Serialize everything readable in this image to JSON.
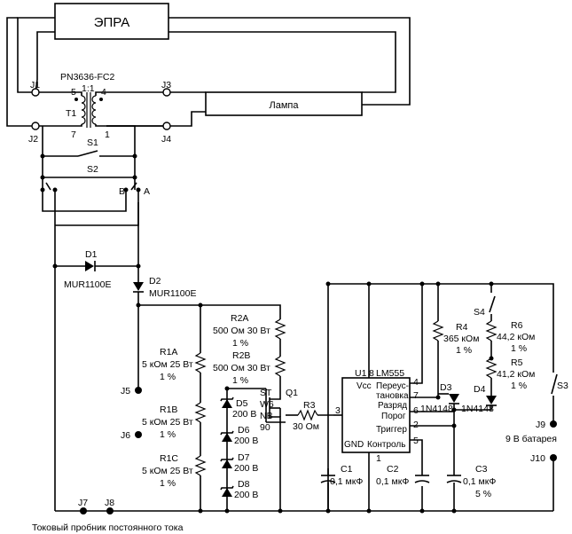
{
  "epra": {
    "label": "ЭПРА"
  },
  "lamp": {
    "label": "Лампа"
  },
  "transformer": {
    "ref": "T1",
    "part": "PN3636-FC2",
    "ratio": "1:1",
    "pin_tl": "5",
    "pin_tr": "4",
    "pin_bl": "7",
    "pin_br": "1"
  },
  "jacks": {
    "j1": "J1",
    "j2": "J2",
    "j3": "J3",
    "j4": "J4",
    "j5": "J5",
    "j6": "J6",
    "j7": "J7",
    "j8": "J8",
    "j9": "J9",
    "j10": "J10"
  },
  "switches": {
    "s1": "S1",
    "s2": "S2",
    "s3": "S3",
    "s4": "S4",
    "b": "B",
    "a": "A"
  },
  "diodes": {
    "d1": {
      "ref": "D1",
      "part": "MUR1100E"
    },
    "d2": {
      "ref": "D2",
      "part": "MUR1100E"
    },
    "d3": "D3",
    "d4": "D4",
    "d3_d4_part": "1N4148",
    "d5": {
      "ref": "D5",
      "v": "200 В"
    },
    "d6": {
      "ref": "D6",
      "v": "200 В"
    },
    "d7": {
      "ref": "D7",
      "v": "200 В"
    },
    "d8": {
      "ref": "D8",
      "v": "200 В"
    }
  },
  "resistors": {
    "r1a": {
      "ref": "R1A",
      "val": "5 кОм 25 Вт",
      "tol": "1 %"
    },
    "r1b": {
      "ref": "R1B",
      "val": "5 кОм 25 Вт",
      "tol": "1 %"
    },
    "r1c": {
      "ref": "R1C",
      "val": "5 кОм 25 Вт",
      "tol": "1 %"
    },
    "r2a": {
      "ref": "R2A",
      "val": "500 Ом 30 Вт",
      "tol": "1 %"
    },
    "r2b": {
      "ref": "R2B",
      "val": "500 Ом 30 Вт",
      "tol": "1 %"
    },
    "r3": {
      "ref": "R3",
      "val": "30 Ом"
    },
    "r4": {
      "ref": "R4",
      "val": "365 кОм",
      "tol": "1 %"
    },
    "r5": {
      "ref": "R5",
      "val": "41,2 кОм",
      "tol": "1 %"
    },
    "r6": {
      "ref": "R6",
      "val": "44,2 кОм",
      "tol": "1 %"
    }
  },
  "transistor": {
    "ref": "Q1",
    "l1": "ST",
    "l2": "W6",
    "l3": "NB",
    "l4": "90"
  },
  "ic": {
    "ref": "U1",
    "part": "LM555",
    "vcc": "Vcc",
    "discharge1": "Переус-",
    "discharge2": "тановка",
    "discharge3": "Разряд",
    "threshold": "Порог",
    "trigger": "Триггер",
    "gnd": "GND",
    "control": "Контроль",
    "p8": "8",
    "p4": "4",
    "p7": "7",
    "p6": "6",
    "p2": "2",
    "p5": "5",
    "p3": "3",
    "p1": "1"
  },
  "capacitors": {
    "c1": {
      "ref": "C1",
      "val": "0,1 мкФ"
    },
    "c2": {
      "ref": "C2",
      "val": "0,1 мкФ"
    },
    "c3": {
      "ref": "C3",
      "val": "0,1 мкФ",
      "tol": "5 %"
    }
  },
  "battery": "9 В батарея",
  "caption": "Токовый пробник постоянного тока"
}
